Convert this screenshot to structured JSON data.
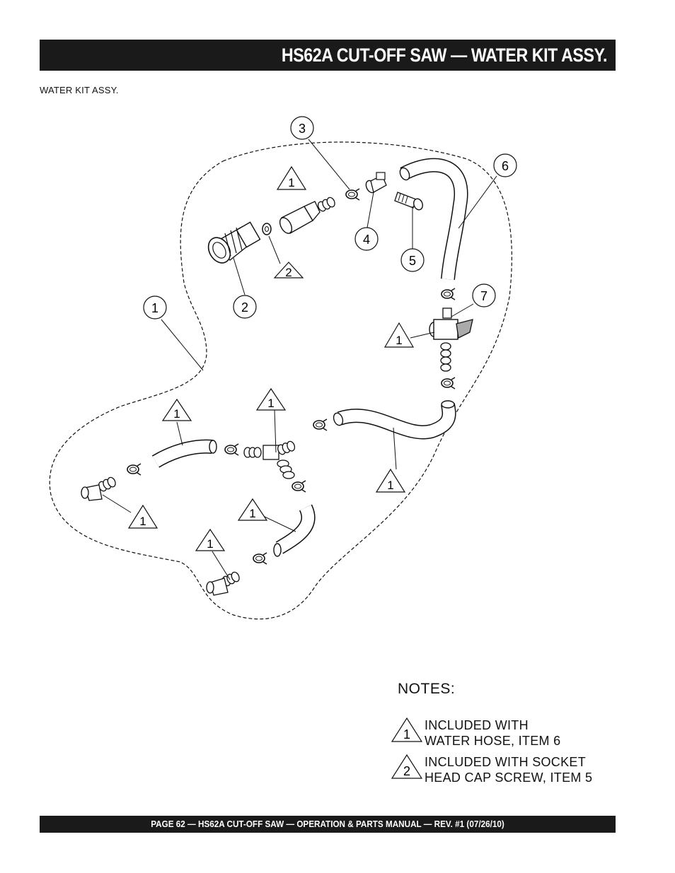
{
  "header": {
    "title": "HS62A CUT-OFF SAW — WATER KIT ASSY."
  },
  "subtitle": "WATER KIT ASSY.",
  "callouts": {
    "c1": "1",
    "c2": "2",
    "c3": "3",
    "c4": "4",
    "c5": "5",
    "c6": "6",
    "c7": "7"
  },
  "triangle_markers": {
    "note1": "1",
    "note2": "2"
  },
  "notes": {
    "title": "NOTES:",
    "items": [
      {
        "marker": "1",
        "line1": "INCLUDED WITH",
        "line2": "WATER HOSE, ITEM 6"
      },
      {
        "marker": "2",
        "line1": "INCLUDED WITH SOCKET",
        "line2": "HEAD CAP SCREW, ITEM 5"
      }
    ]
  },
  "footer": {
    "text": "PAGE 62 — HS62A CUT-OFF SAW  — OPERATION & PARTS MANUAL — REV. #1 (07/26/10)"
  }
}
